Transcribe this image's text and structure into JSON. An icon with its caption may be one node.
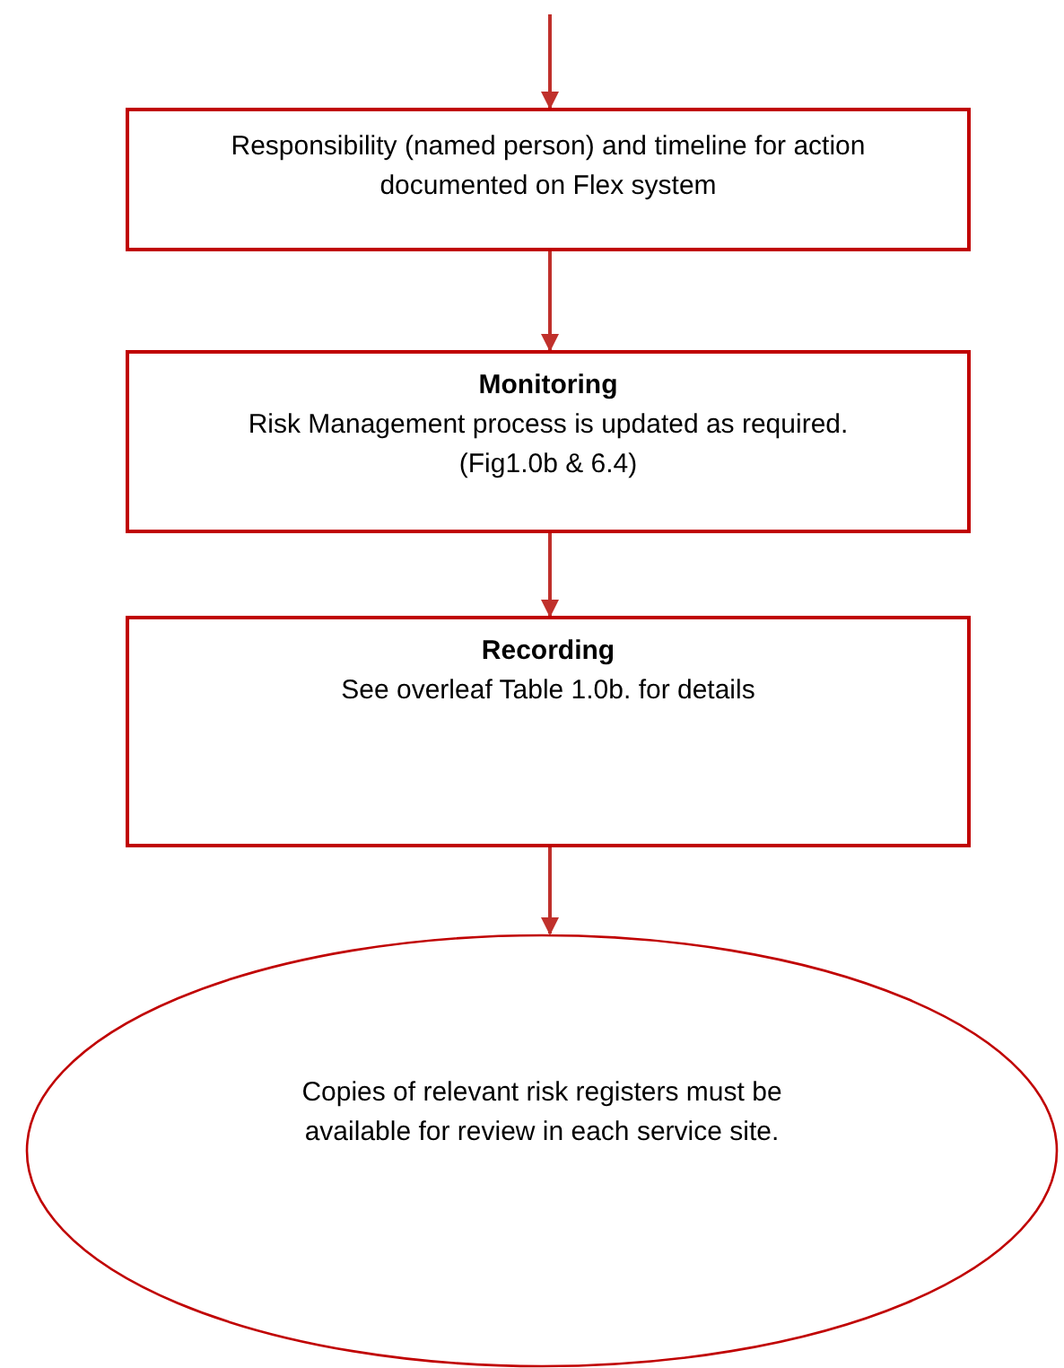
{
  "diagram": {
    "nodes": [
      {
        "text": [
          "Responsibility (named person) and timeline for action documented on Flex system"
        ]
      },
      {
        "text": [
          "Monitoring",
          "Risk Management process is updated as required. (Fig1.0b & 6.4)"
        ]
      },
      {
        "text": [
          "Recording",
          "See overleaf Table 1.0b. for details"
        ]
      },
      {
        "text": [
          "Copies of relevant risk registers must be available for review in each service site."
        ]
      }
    ],
    "edges": [
      {
        "from": null,
        "to": 0,
        "arrow": "to"
      },
      {
        "from": 0,
        "to": 1,
        "arrow": "to"
      },
      {
        "from": 1,
        "to": 2,
        "arrow": "to"
      },
      {
        "from": 2,
        "to": 3,
        "arrow": "to"
      }
    ]
  }
}
